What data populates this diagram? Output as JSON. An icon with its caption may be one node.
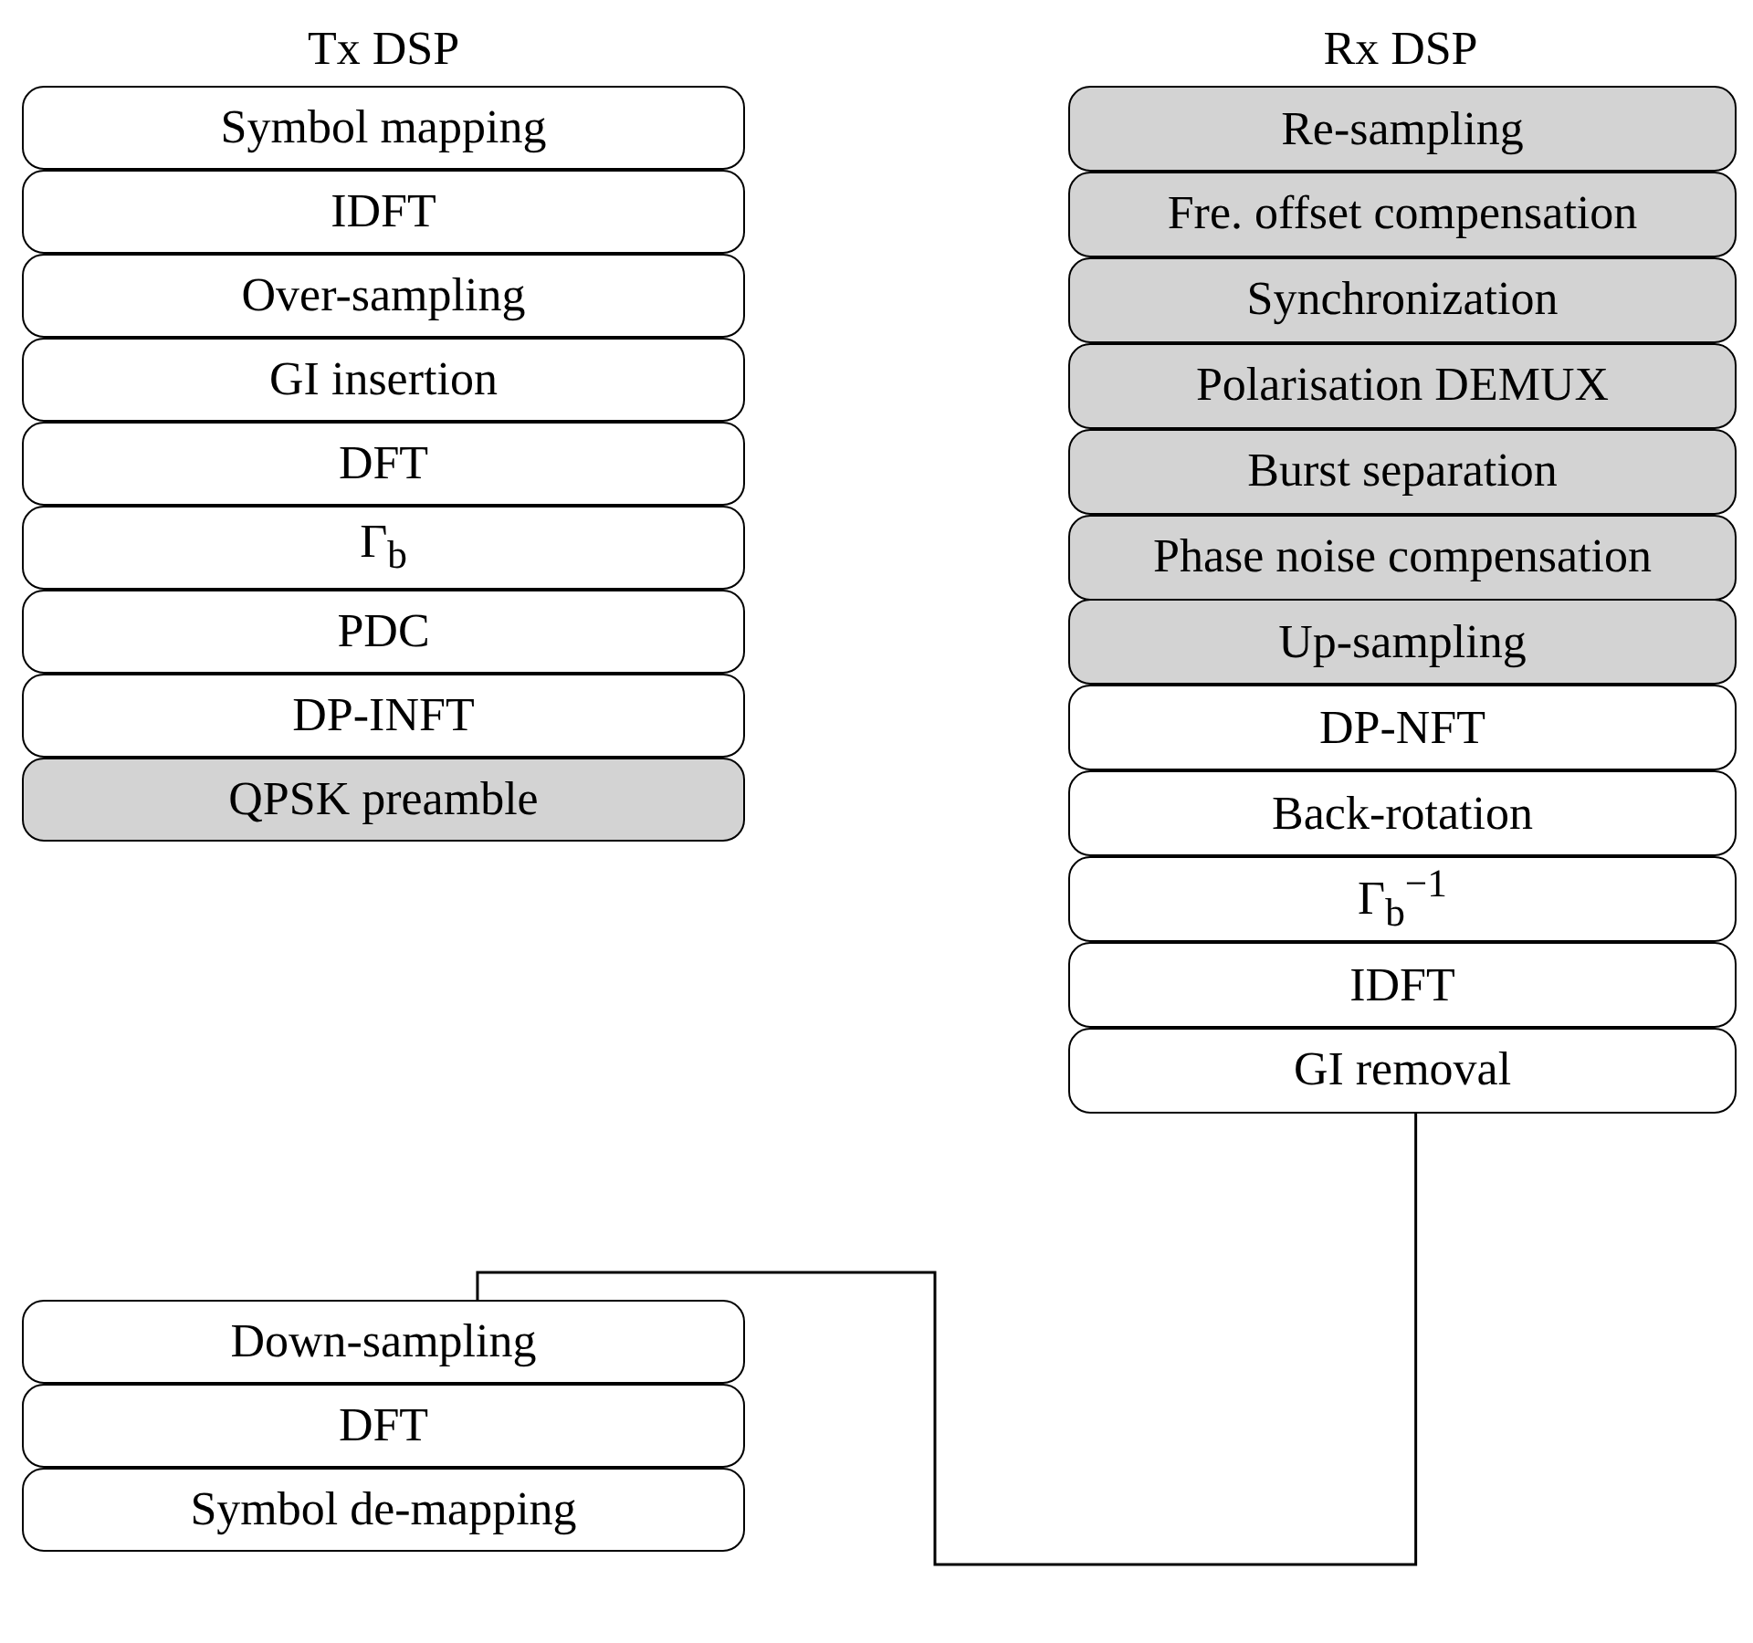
{
  "diagram": {
    "nodes": [
      {
        "text": [
          "Symbol mapping"
        ]
      },
      {
        "text": [
          "IDFT"
        ]
      },
      {
        "text": [
          "Over-sampling"
        ]
      },
      {
        "text": [
          "GI insertion"
        ]
      },
      {
        "text": [
          "DFT"
        ]
      },
      {
        "text": [
          "Γ$_{b}$"
        ]
      },
      {
        "text": [
          "PDC"
        ]
      },
      {
        "text": [
          "DP-INFT"
        ]
      },
      {
        "text": [
          "QPSK preamble"
        ]
      },
      {
        "text": [
          "Re-sampling"
        ]
      },
      {
        "text": [
          "Fre. offset compensation"
        ]
      },
      {
        "text": [
          "Synchronization"
        ]
      },
      {
        "text": [
          "Polarisation DEMUX"
        ]
      },
      {
        "text": [
          "Burst separation"
        ]
      },
      {
        "text": [
          "Phase noise compensation"
        ]
      },
      {
        "text": [
          "Up-sampling"
        ]
      },
      {
        "text": [
          "DP-NFT"
        ]
      },
      {
        "text": [
          "Back-rotation"
        ]
      },
      {
        "text": [
          "Γ$_{b}$$^{−1}$"
        ]
      },
      {
        "text": [
          "IDFT"
        ]
      },
      {
        "text": [
          "GI removal"
        ]
      },
      {
        "text": [
          "Down-sampling"
        ]
      },
      {
        "text": [
          "DFT"
        ]
      },
      {
        "text": [
          "Symbol de-mapping"
        ]
      }
    ],
    "edges": [
      {
        "from": 20,
        "to": 21,
        "arrow": "none"
      }
    ],
    "labels": [
      "Tx DSP",
      "Rx DSP"
    ]
  }
}
